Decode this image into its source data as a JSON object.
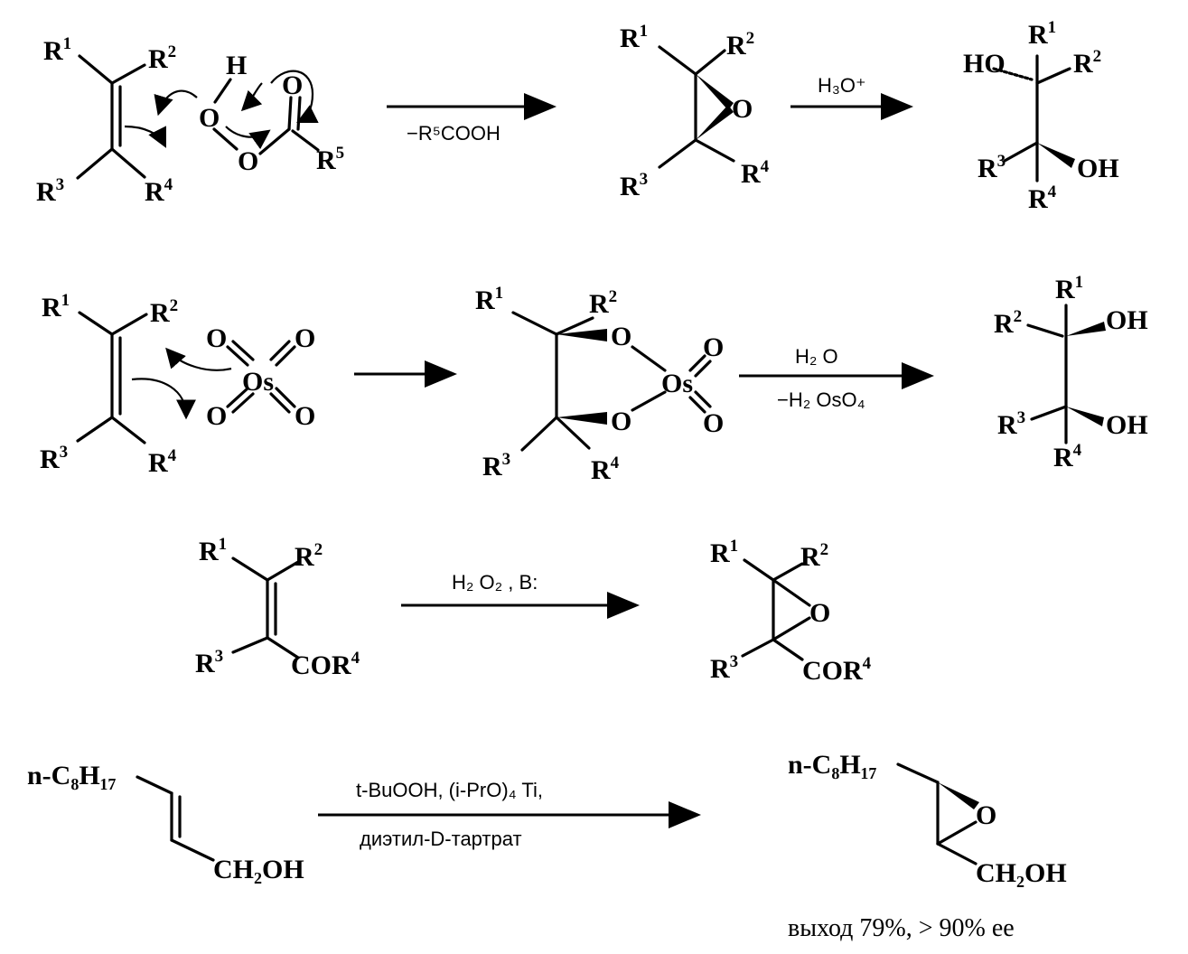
{
  "reactions": [
    {
      "conditions": [
        "−R⁵COOH"
      ],
      "reagent_above": "",
      "product_conditions": [
        "H₃O⁺"
      ]
    },
    {
      "conditions": [],
      "product_conditions": [
        "H₂ O",
        "−H₂ OsO₄"
      ]
    },
    {
      "conditions": [
        "H₂ O₂ , B:"
      ]
    },
    {
      "conditions": [
        "t-BuOOH,  (i-PrO)₄ Ti,",
        "диэтил-D-тартрат"
      ],
      "yield": "выход 79%,  > 90% ее"
    }
  ],
  "labels": {
    "R1": "R",
    "R2": "R",
    "R3": "R",
    "R4": "R",
    "R5": "R",
    "n1": "1",
    "n2": "2",
    "n3": "3",
    "n4": "4",
    "n5": "5",
    "H": "H",
    "O": "O",
    "Os": "Os",
    "HO": "HO",
    "OH": "OH",
    "COR": "COR",
    "CH2OH": "CH₂OH",
    "octyl": "n-C₈H₁₇"
  }
}
